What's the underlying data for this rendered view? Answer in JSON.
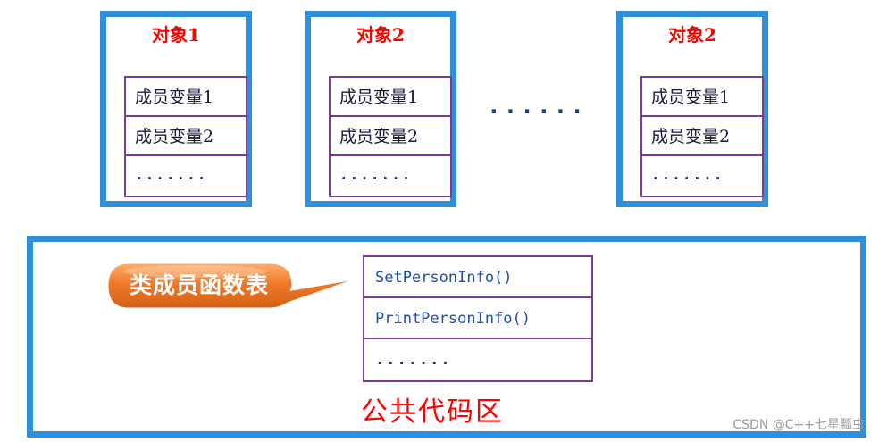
{
  "objects": [
    {
      "title": "对象1",
      "members": [
        "成员变量1",
        "成员变量2",
        "......."
      ]
    },
    {
      "title": "对象2",
      "members": [
        "成员变量1",
        "成员变量2",
        "......."
      ]
    },
    {
      "title": "对象2",
      "members": [
        "成员变量1",
        "成员变量2",
        "......."
      ]
    }
  ],
  "between_dots": "......",
  "callout_label": "类成员函数表",
  "functions": [
    "SetPersonInfo()",
    "PrintPersonInfo()",
    "......."
  ],
  "code_area_label": "公共代码区",
  "watermark": "CSDN @C++七星瓢虫",
  "colors": {
    "frame_blue": "#2f8fd8",
    "table_purple": "#7a3a9a",
    "title_red": "#ff0000",
    "callout_orange": "#f07a2a"
  }
}
